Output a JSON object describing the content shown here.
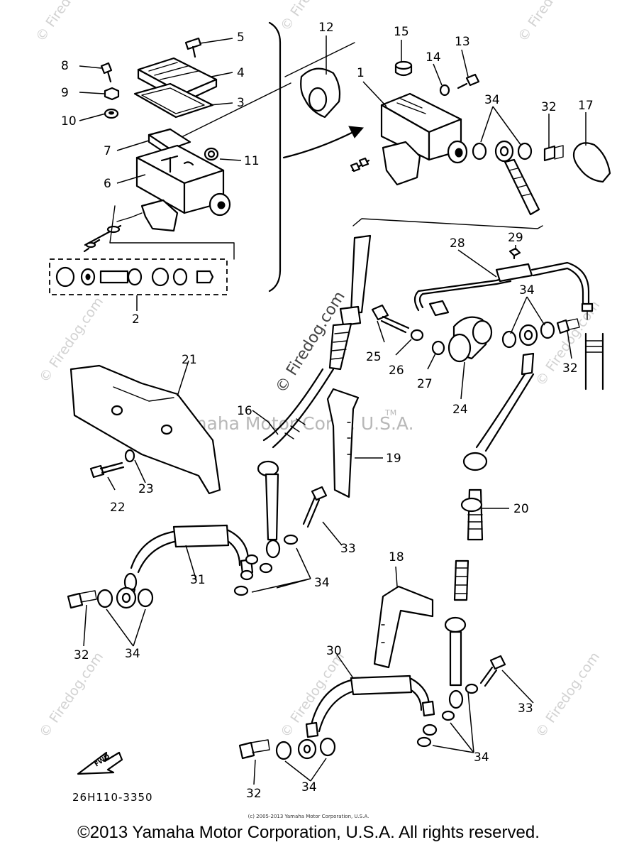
{
  "watermark": {
    "site": "© Firedog.com",
    "center": "© Firedog.com",
    "corp": "Yamaha Motor Corp., U.S.A.",
    "tm": "TM"
  },
  "callouts": {
    "c1": "1",
    "c2": "2",
    "c3": "3",
    "c4": "4",
    "c5": "5",
    "c6": "6",
    "c7": "7",
    "c8": "8",
    "c9": "9",
    "c10": "10",
    "c11": "11",
    "c12": "12",
    "c13": "13",
    "c14": "14",
    "c15": "15",
    "c16": "16",
    "c17": "17",
    "c18": "18",
    "c19": "19",
    "c20": "20",
    "c21": "21",
    "c22": "22",
    "c23": "23",
    "c24": "24",
    "c25": "25",
    "c26": "26",
    "c27": "27",
    "c28": "28",
    "c29": "29",
    "c30": "30",
    "c31": "31",
    "c32a": "32",
    "c32b": "32",
    "c32c": "32",
    "c32d": "32",
    "c33a": "33",
    "c33b": "33",
    "c34a": "34",
    "c34b": "34",
    "c34c": "34",
    "c34d": "34",
    "c34e": "34",
    "c34f": "34"
  },
  "part_number": "26H110-3350",
  "fwd_arrow": "FWD",
  "source_line": "(c) 2005-2013 Yamaha Motor Corporation, U.S.A.",
  "copyright": "©2013 Yamaha Motor Corporation, U.S.A. All rights reserved."
}
